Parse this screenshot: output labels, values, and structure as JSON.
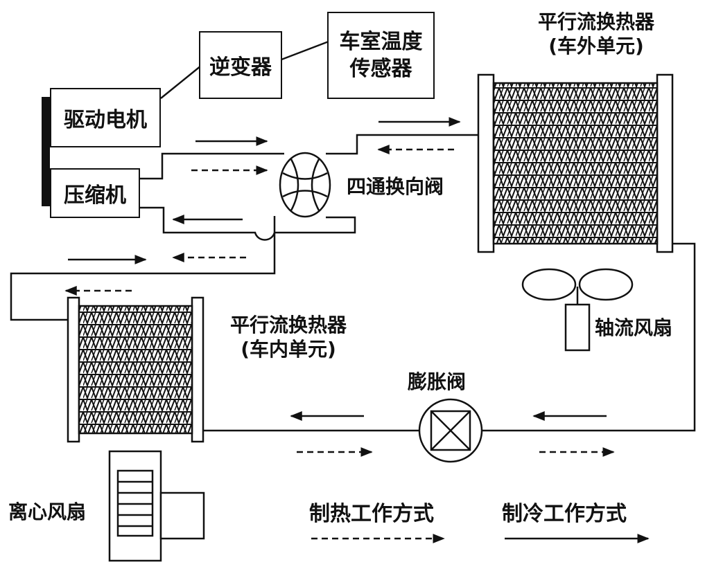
{
  "components": {
    "drive_motor": "驱动电机",
    "compressor": "压缩机",
    "inverter": "逆变器",
    "cabin_sensor_line1": "车室温度",
    "cabin_sensor_line2": "传感器",
    "outdoor_hx_line1": "平行流换热器",
    "outdoor_hx_line2": "(车外单元)",
    "four_way_valve": "四通换向阀",
    "axial_fan": "轴流风扇",
    "indoor_hx_line1": "平行流换热器",
    "indoor_hx_line2": "(车内单元)",
    "expansion_valve": "膨胀阀",
    "centrifugal_fan": "离心风扇"
  },
  "legend": {
    "heating": "制热工作方式",
    "cooling": "制冷工作方式"
  },
  "colors": {
    "line": "#111111",
    "background": "#ffffff"
  }
}
